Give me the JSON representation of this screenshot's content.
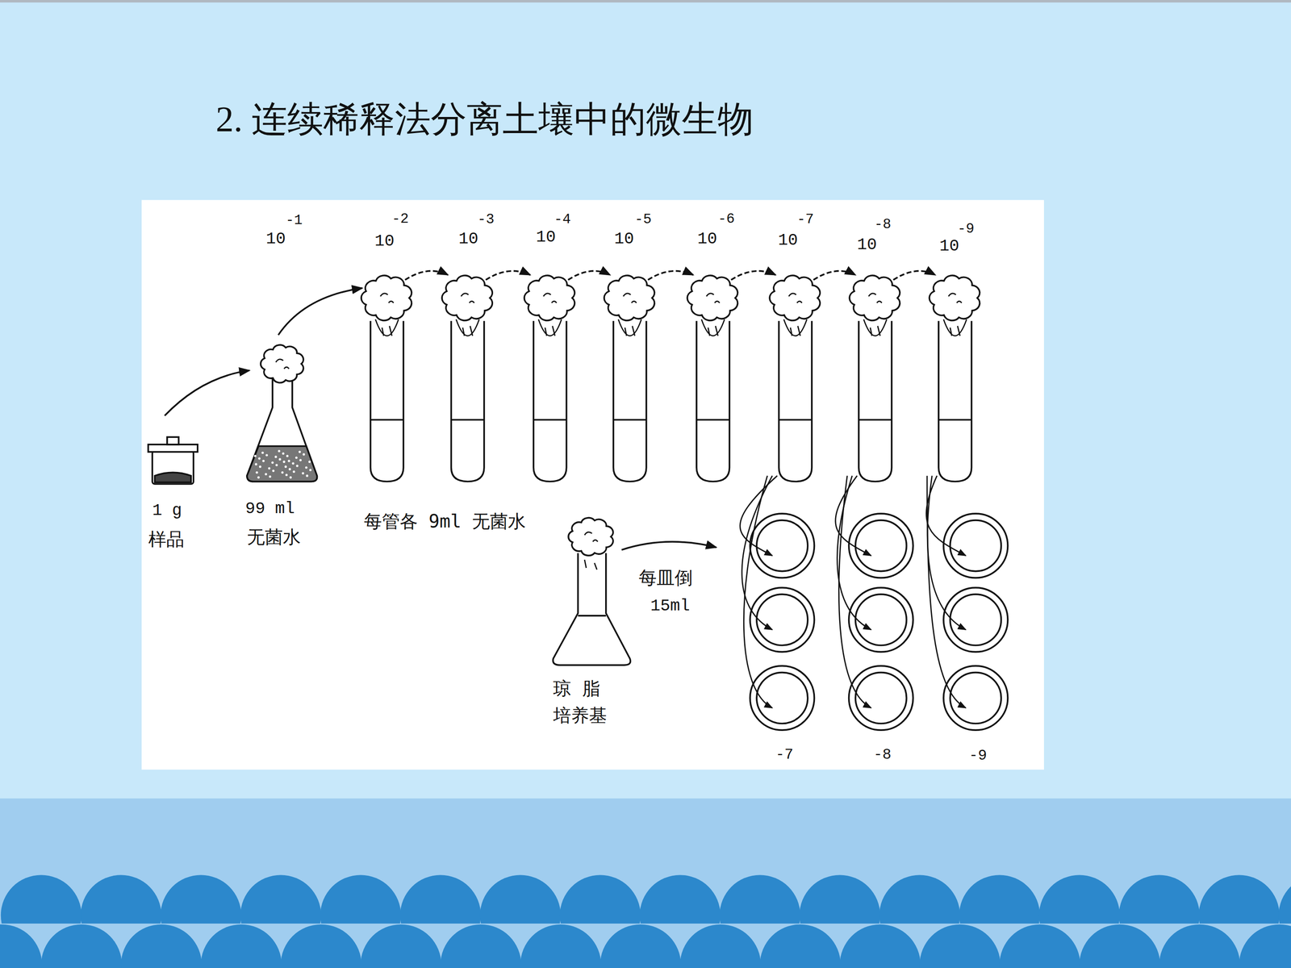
{
  "diagram": {
    "title": "2. 连续稀释法分离土壤中的微生物",
    "labels": [
      "10",
      "-1",
      "10",
      "-2",
      "10",
      "-3",
      "10",
      "-4",
      "10",
      "-5",
      "10",
      "-6",
      "10",
      "-7",
      "10",
      "-8",
      "10",
      "-9",
      "1 g",
      "样品",
      "99 ml",
      "无菌水",
      "每管各 9ml 无菌水",
      "琼 脂",
      "培养基",
      "每皿倒",
      "15ml",
      "-7",
      "-8",
      "-9"
    ]
  }
}
